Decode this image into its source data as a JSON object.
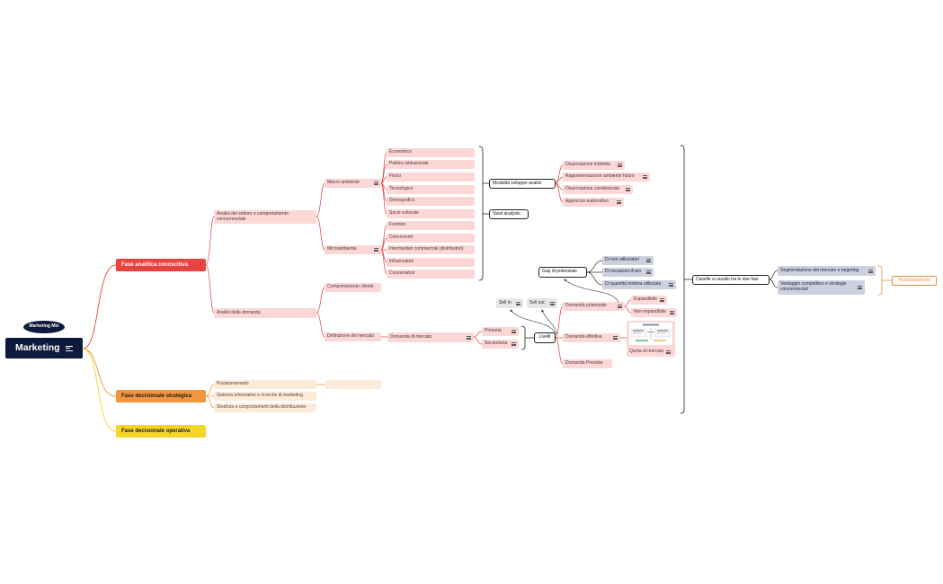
{
  "icons": {
    "notes": "notes-icon"
  },
  "colors": {
    "root": "#0e1a3b",
    "analitica": "#e8433f",
    "strategica": "#f2953e",
    "operativa": "#f4d52a",
    "pink_topic": "#fcd7d6",
    "orange_topic": "#fdead9",
    "grey_topic": "#cdd0de",
    "posizionamento_summary": "#ef8b3b"
  },
  "root": {
    "tag": "Marketing Mix",
    "title": "Marketing"
  },
  "analitica": {
    "title": "Fase analitica conoscitiva",
    "settore": {
      "title": "Analisi del settore e comportamento concorrenziale",
      "macro": {
        "title": "Macro ambiente",
        "items": [
          "Economico",
          "Politico istituzionale",
          "Fisico",
          "Tecnologico",
          "Demografico",
          "Socio culturale"
        ]
      },
      "micro": {
        "title": "Microambiente",
        "items": [
          "Fornitori",
          "Concorrenti",
          "Intermediari commerciali (distributori)",
          "Influenzatori",
          "Consumatori"
        ]
      },
      "modalita": {
        "title": "Modalità sviluppo analisi",
        "items": [
          "Osservazione indiretta",
          "Rappresentazione ambiente futuro",
          "Osservazione condizionata",
          "Approccio esplorativo"
        ]
      },
      "swot": "Swot analysis"
    },
    "domanda": {
      "title": "Analisi della domanda",
      "comportamento": "Comportamento cliente",
      "definizione": "Definizione del mercato",
      "domanda_mercato": "Domanda di mercato",
      "tipi": [
        "Primaria",
        "Secondaria"
      ],
      "livelli": {
        "title": "Livelli",
        "items": [
          "Domanda potenziale",
          "Domanda effettiva",
          "Domanda Prevista"
        ]
      },
      "potenziale": [
        "Espandibile",
        "Non espandibile"
      ],
      "quota": "Quota di mercato",
      "gap": {
        "title": "Gap di potenziale",
        "items": [
          "Di non utilizzatori",
          "Di occasioni d'uso",
          "Di quantità minima utilizzata"
        ]
      },
      "sell": [
        "Sell in",
        "Sell out"
      ]
    }
  },
  "strategica": {
    "title": "Fase decisionale strategica",
    "items": [
      "Posizionamento",
      "Sistema informativo e ricerche di marketing",
      "Struttura e comportamenti della distribuzione"
    ]
  },
  "operativa": {
    "title": "Fase decisionale operativa"
  },
  "caselle": {
    "title": "Caselle a cavallo tra le due fasi",
    "items": [
      "Segmentazione del mercato e targeting",
      "Vantaggio competitivo e strategie concorrenziali"
    ],
    "summary": "Posizionamento"
  }
}
